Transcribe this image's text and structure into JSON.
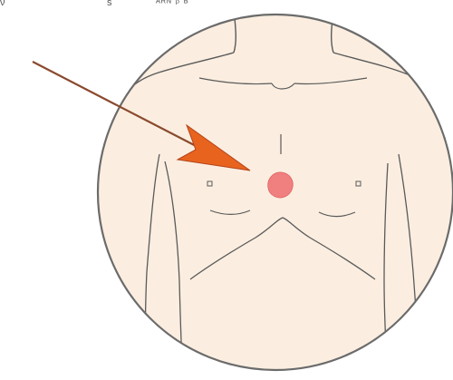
{
  "top_labels": {
    "left": "ν",
    "mid": "s",
    "right": "ᴬᴿᴺ ᵝ ᴮ"
  },
  "colors": {
    "skin": "#fbeee0",
    "outline": "#5a5a5a",
    "circle_outline": "#6b6b6b",
    "arrow_fill": "#e8641e",
    "arrow_dark": "#b5421a",
    "acupoint": "#f08080",
    "background": "#ffffff"
  },
  "icons": {
    "pointer": "arrow-icon",
    "marker": "acupoint-marker-icon"
  }
}
